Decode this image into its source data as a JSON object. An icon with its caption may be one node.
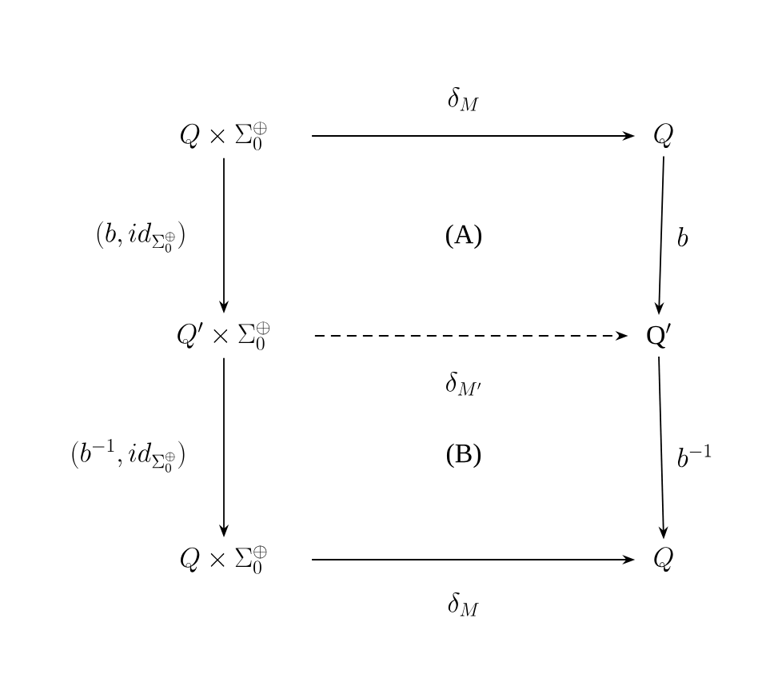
{
  "diagram": {
    "nodes": [
      {
        "text": [
          "Q \\times \\Sigma_0^{\\oplus}"
        ]
      },
      {
        "text": [
          "Q"
        ]
      },
      {
        "text": [
          "Q' \\times \\Sigma_0^{\\oplus}"
        ]
      },
      {
        "text": [
          "\\mathrm{Q}'"
        ]
      },
      {
        "text": [
          "Q \\times \\Sigma_0^{\\oplus}"
        ]
      },
      {
        "text": [
          "Q"
        ]
      }
    ],
    "edges": [
      {
        "from": 0,
        "to": 1,
        "arrow": "to",
        "label": "\\delta_M"
      },
      {
        "from": 0,
        "to": 2,
        "arrow": "to",
        "label": "(b, id_{\\Sigma_0^{\\oplus}})"
      },
      {
        "from": 1,
        "to": 3,
        "arrow": "to",
        "label": "b"
      },
      {
        "from": 2,
        "to": 3,
        "arrow": "to",
        "label": "\\delta_{M'}",
        "style": "dashed"
      },
      {
        "from": 2,
        "to": 4,
        "arrow": "to",
        "label": "(b^{-1}, id_{\\Sigma_0^{\\oplus}})"
      },
      {
        "from": 3,
        "to": 5,
        "arrow": "to",
        "label": "b^{-1}"
      },
      {
        "from": 4,
        "to": 5,
        "arrow": "to",
        "label": "\\delta_M"
      }
    ],
    "labels": [
      "(A)",
      "(B)"
    ]
  }
}
